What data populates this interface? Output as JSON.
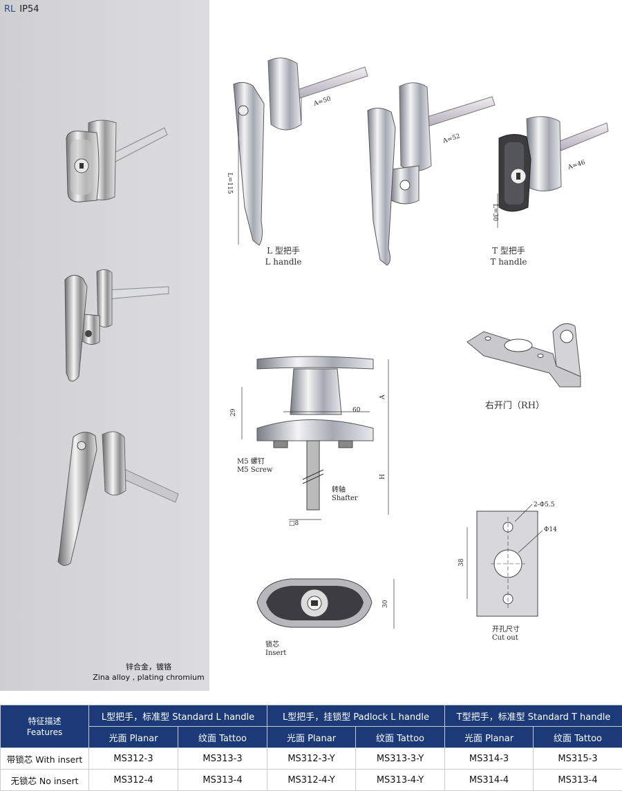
{
  "series": {
    "code": "RL",
    "rating": "IP54"
  },
  "material": {
    "cn": "锌合金，镀铬",
    "en": "Zina alloy , plating chromium"
  },
  "drawings": {
    "l_handle": {
      "cn": "L 型把手",
      "en": "L handle",
      "dim_a": "A=50",
      "dim_l": "L=115"
    },
    "padlock_handle": {
      "dim_a": "A=52"
    },
    "t_handle": {
      "cn": "T 型把手",
      "en": "T handle",
      "dim_a": "A=46",
      "dim_l": "L=30"
    },
    "bracket": {
      "label": "右开门（RH）"
    },
    "section": {
      "dim_29": "29",
      "dim_60": "60",
      "dim_a": "A",
      "dim_h": "H",
      "dim_8": "□8",
      "screw_cn": "M5 螺钉",
      "screw_en": "M5 Screw",
      "shaft_cn": "转轴",
      "shaft_en": "Shafter"
    },
    "front": {
      "dim_30": "30",
      "insert_cn": "锁芯",
      "insert_en": "Insert"
    },
    "cutout": {
      "holes": "2-Φ5.5",
      "center": "Φ14",
      "dim_38": "38",
      "cn": "开孔尺寸",
      "en": "Cut out"
    }
  },
  "table": {
    "features_cn": "特征描述",
    "features_en": "Features",
    "groups": [
      "L型把手，标准型 Standard L handle",
      "L型把手，挂锁型 Padlock L handle",
      "T型把手，标准型 Standard T handle"
    ],
    "subheaders": [
      "光面 Planar",
      "纹面 Tattoo",
      "光面 Planar",
      "纹面 Tattoo",
      "光面 Planar",
      "纹面 Tattoo"
    ],
    "rows": [
      {
        "label": "带锁芯  With insert",
        "cells": [
          "MS312-3",
          "MS313-3",
          "MS312-3-Y",
          "MS313-3-Y",
          "MS314-3",
          "MS315-3"
        ]
      },
      {
        "label": "无锁芯  No insert",
        "cells": [
          "MS312-4",
          "MS313-4",
          "MS312-4-Y",
          "MS313-4-Y",
          "MS314-4",
          "MS313-4"
        ]
      }
    ]
  }
}
